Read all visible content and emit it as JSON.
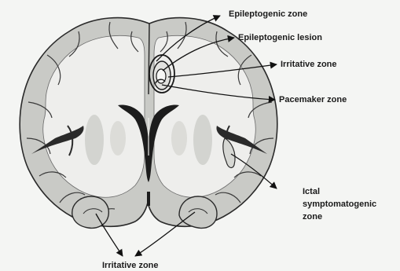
{
  "colors": {
    "background": "#f4f5f3",
    "cortex": "#c9cac6",
    "white_matter": "#eeeeec",
    "outline": "#2a2a2a",
    "ventricle": "#1c1c1c",
    "arrow": "#111111"
  },
  "labels": {
    "epileptogenic_zone": "Epileptogenic zone",
    "epileptogenic_lesion": "Epileptogenic lesion",
    "irritative_zone_top": "Irritative zone",
    "pacemaker_zone": "Pacemaker zone",
    "ictal_symptomatogenic_zone": "Ictal symptomatogenic zone",
    "irritative_zone_bottom": "Irritative zone"
  }
}
